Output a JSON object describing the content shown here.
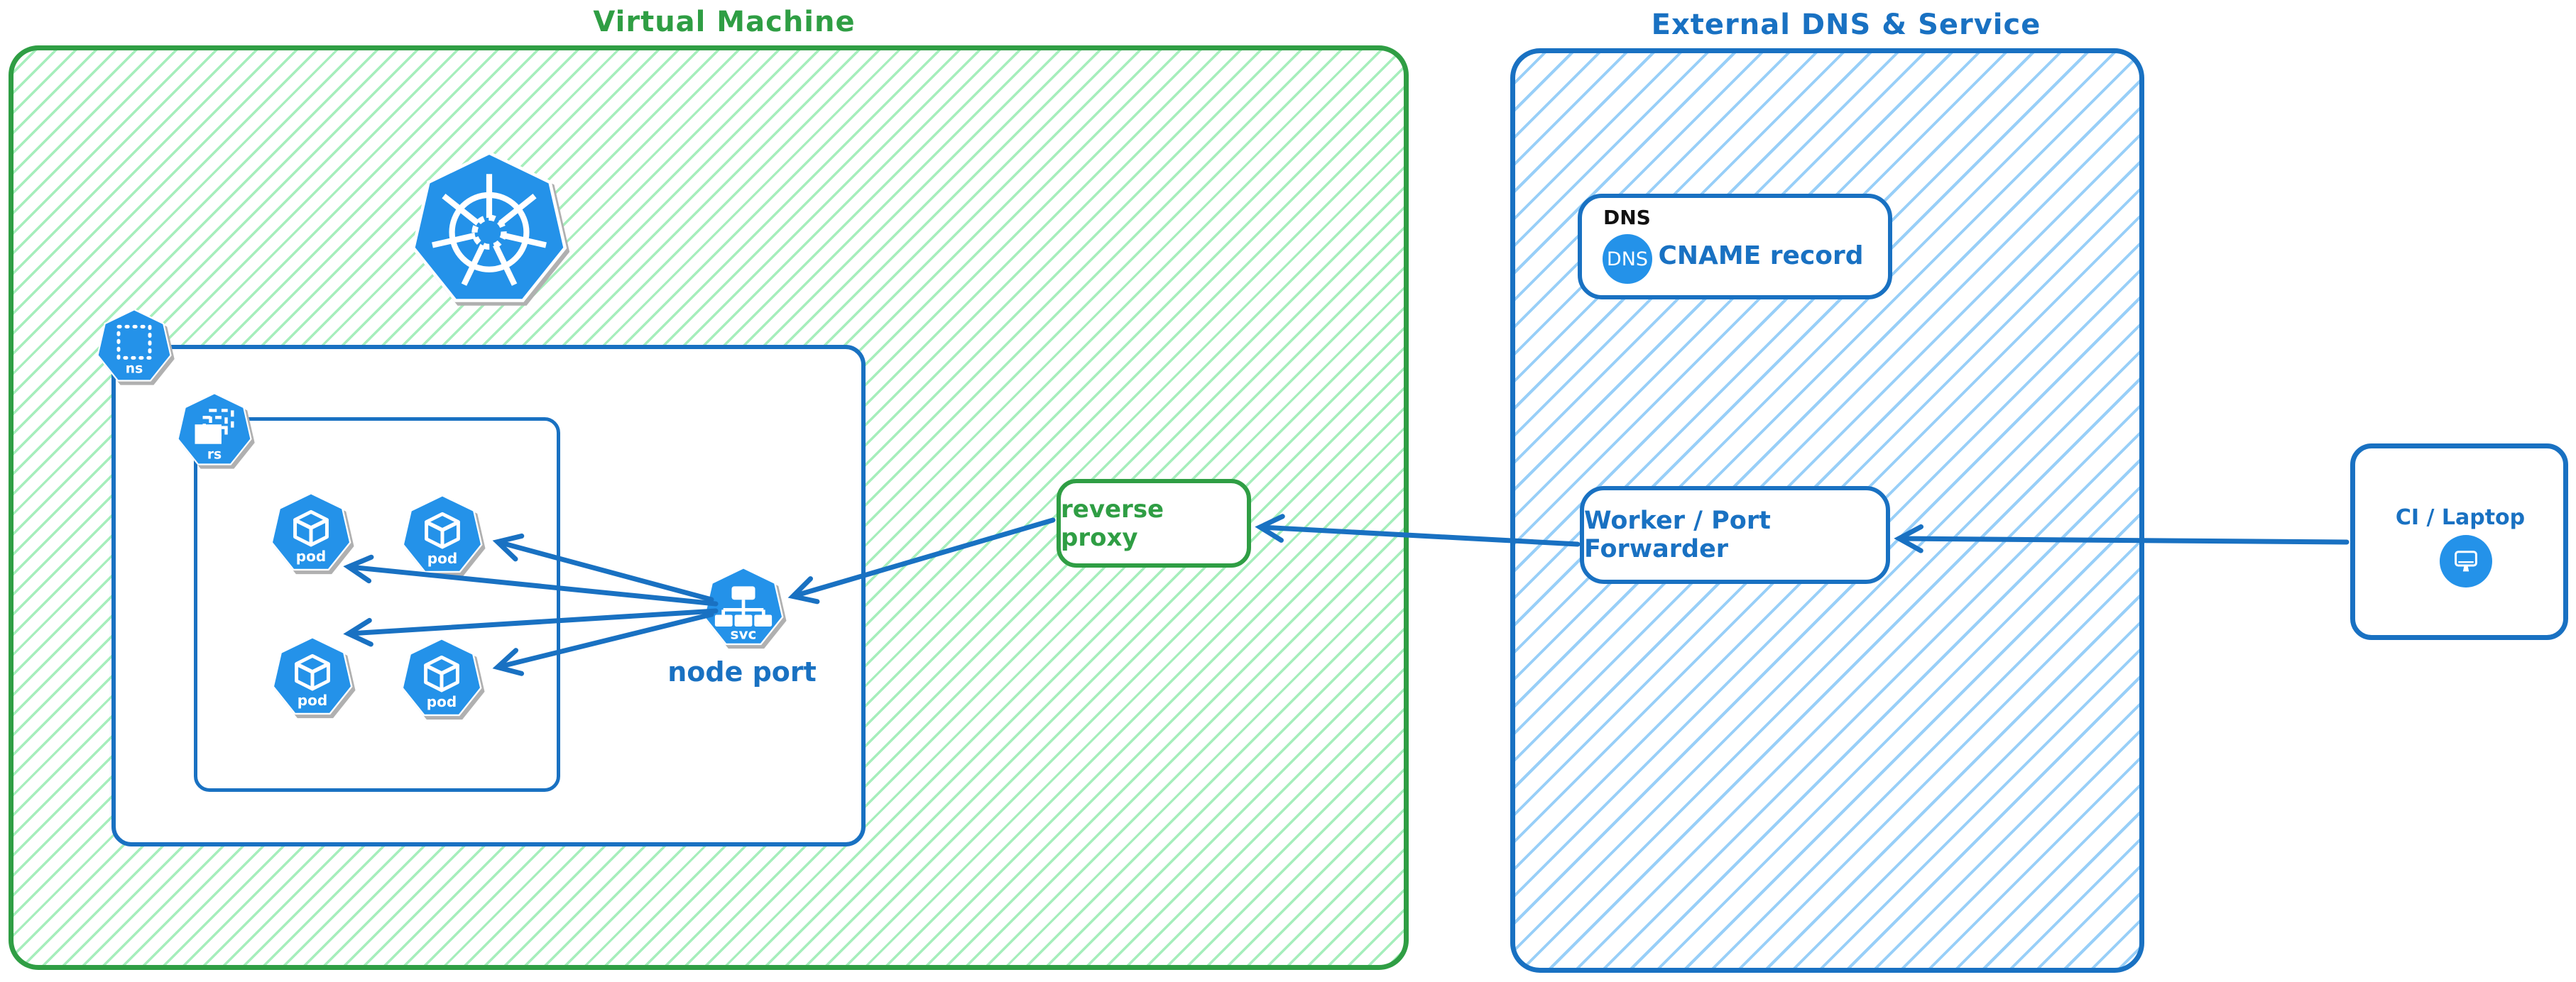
{
  "vm": {
    "title": "Virtual Machine",
    "node_port_label": "node port",
    "reverse_proxy_label": "reverse proxy"
  },
  "icons": {
    "namespace_label": "ns",
    "replicaset_label": "rs",
    "pod_label": "pod",
    "service_label": "svc"
  },
  "external": {
    "title": "External DNS & Service",
    "dns_tag": "DNS",
    "dns_icon_label": "DNS",
    "cname_label": "CNAME record",
    "worker_label": "Worker / Port Forwarder"
  },
  "client": {
    "label": "CI / Laptop"
  },
  "colors": {
    "green": "#2f9e44",
    "green_hatch": "#96ebb0",
    "blue": "#1971c2",
    "blue_hatch": "#8dcaf7",
    "icon_blue": "#2492e9",
    "dns_tag_color": "#111111"
  }
}
